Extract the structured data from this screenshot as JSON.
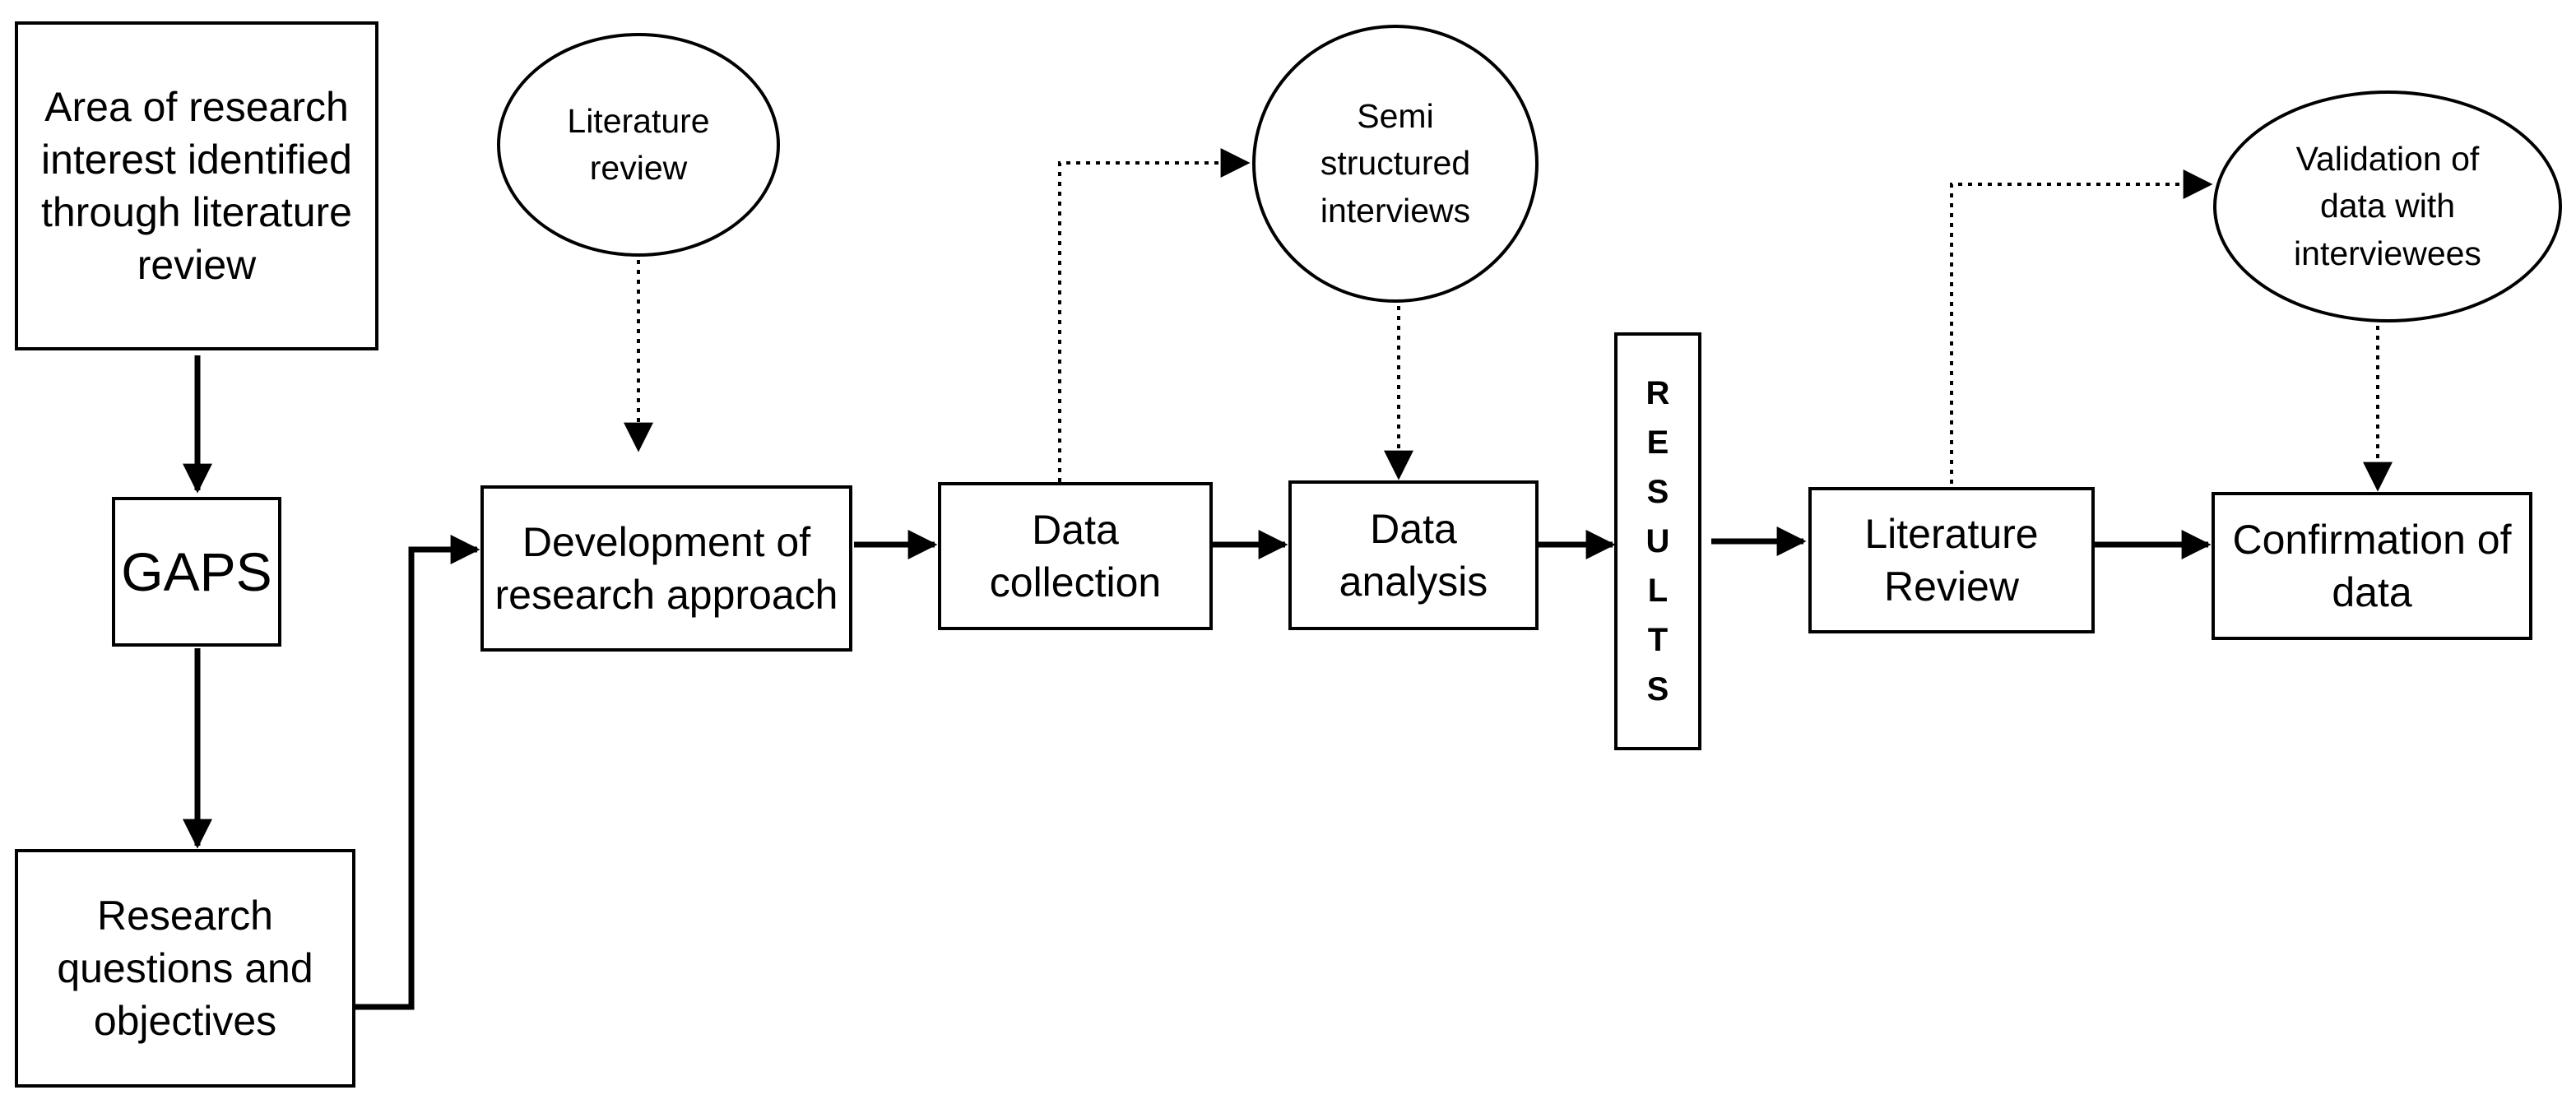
{
  "nodes": {
    "area_of_interest": "Area of research\ninterest identified\nthrough literature\nreview",
    "gaps": "GAPS",
    "research_questions": "Research\nquestions and\nobjectives",
    "literature_review_oval": "Literature\nreview",
    "development": "Development of\nresearch approach",
    "data_collection": "Data\ncollection",
    "semi_structured": "Semi\nstructured\ninterviews",
    "data_analysis": "Data\nanalysis",
    "results_letters": [
      "R",
      "E",
      "S",
      "U",
      "L",
      "T",
      "S"
    ],
    "literature_review_box": "Literature\nReview",
    "validation": "Validation  of\ndata with\ninterviewees",
    "confirmation": "Confirmation of\ndata"
  },
  "colors": {
    "stroke": "#000000",
    "background": "#ffffff"
  }
}
